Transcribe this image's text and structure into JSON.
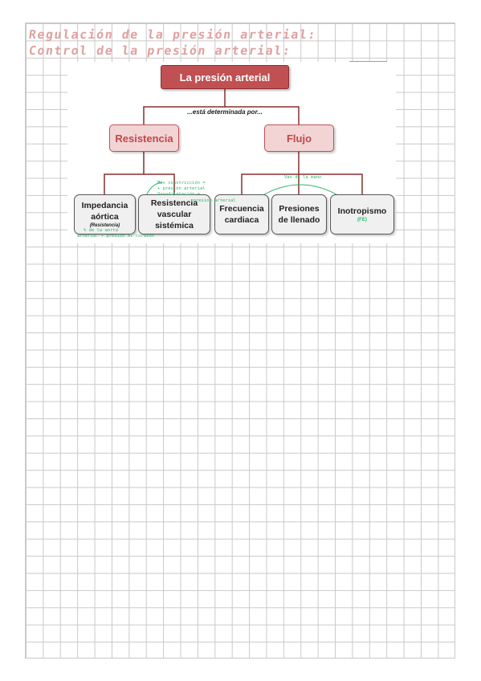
{
  "page": {
    "heading_line1": "Regulación de la presión arterial:",
    "heading_line2": "Control de la presión arterial:"
  },
  "diagram": {
    "root": "La presión arterial",
    "connector": "...está determinada por...",
    "branches": [
      {
        "label": "Resistencia",
        "children": [
          {
            "label_line1": "Impedancia",
            "label_line2": "aórtica",
            "note": "(Resistencia)"
          },
          {
            "label_line1": "Resistencia",
            "label_line2": "vascular",
            "label_line3": "sistémica"
          }
        ]
      },
      {
        "label": "Flujo",
        "children": [
          {
            "label_line1": "Frecuencia",
            "label_line2": "cardiaca"
          },
          {
            "label_line1": "Presiones",
            "label_line2": "de llenado"
          },
          {
            "label_line1": "Inotropismo",
            "note": "(FE)"
          }
        ]
      }
    ]
  },
  "annotations": {
    "rvs_1": "Más constricción =",
    "rvs_2": "+ presión arterial",
    "rvs_3": "Vasodilatación =",
    "rvs_4": "- presión arterial",
    "imp_1": "% de la aorta",
    "imp_2": "arteria: + presión al corazón",
    "flujo_note": "Van de la mano"
  },
  "colors": {
    "accent": "#c05052",
    "accent_light": "#f2d4d5",
    "handwriting_pink": "#e0a0a0",
    "handwriting_green": "#2ab86a",
    "grid": "#c9c9c9"
  }
}
